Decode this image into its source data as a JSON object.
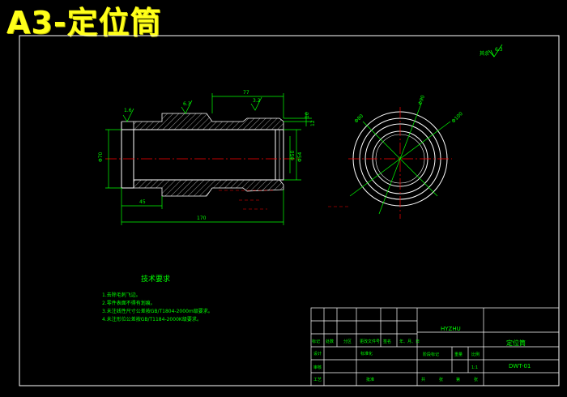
{
  "header": {
    "title": "A3-定位筒"
  },
  "surface_finish_note": {
    "text": "其余",
    "value": "6.3"
  },
  "dimensions": {
    "overall_length": "170",
    "left_length": "45",
    "top_length": "77",
    "left_diameter": "Φ70",
    "right_diameter_a": "Φ54",
    "right_diameter_b": "Φ50",
    "chamfer_a": "10",
    "chamfer_b": "12",
    "rough_left": "1.6",
    "rough_mid": "6.3",
    "rough_right": "3.2",
    "circle_d1": "Φ80",
    "circle_d2": "Φ90",
    "circle_d3": "Φ100"
  },
  "technical_requirements": {
    "title": "技术要求",
    "items": [
      "1.去除毛刺飞边。",
      "2.零件表面不得有划痕。",
      "3.未注线性尺寸公差按GB/T1804-2000m级要求。",
      "4.未注形位公差按GB/T1184-2000K级要求。"
    ]
  },
  "title_block": {
    "school": "HYZHU",
    "part_name": "定位筒",
    "drawing_no": "DWT-01",
    "mark_label": "阶段标记",
    "weight_label": "重量",
    "scale_label": "比例",
    "scale_value": "1:1",
    "headers": [
      "标记",
      "处数",
      "分区",
      "更改文件号",
      "签名",
      "年、月、日"
    ],
    "design_label": "设计",
    "standard_label": "标准化",
    "review_label": "审核",
    "process_label": "工艺",
    "approve_label": "批准",
    "sheet_labels": [
      "共",
      "张",
      "第",
      "张"
    ]
  },
  "colors": {
    "outline": "#ffffff",
    "dimension": "#00ff00",
    "center": "#ff0000",
    "hatch": "#ffffff",
    "title": "#ffff1a"
  }
}
